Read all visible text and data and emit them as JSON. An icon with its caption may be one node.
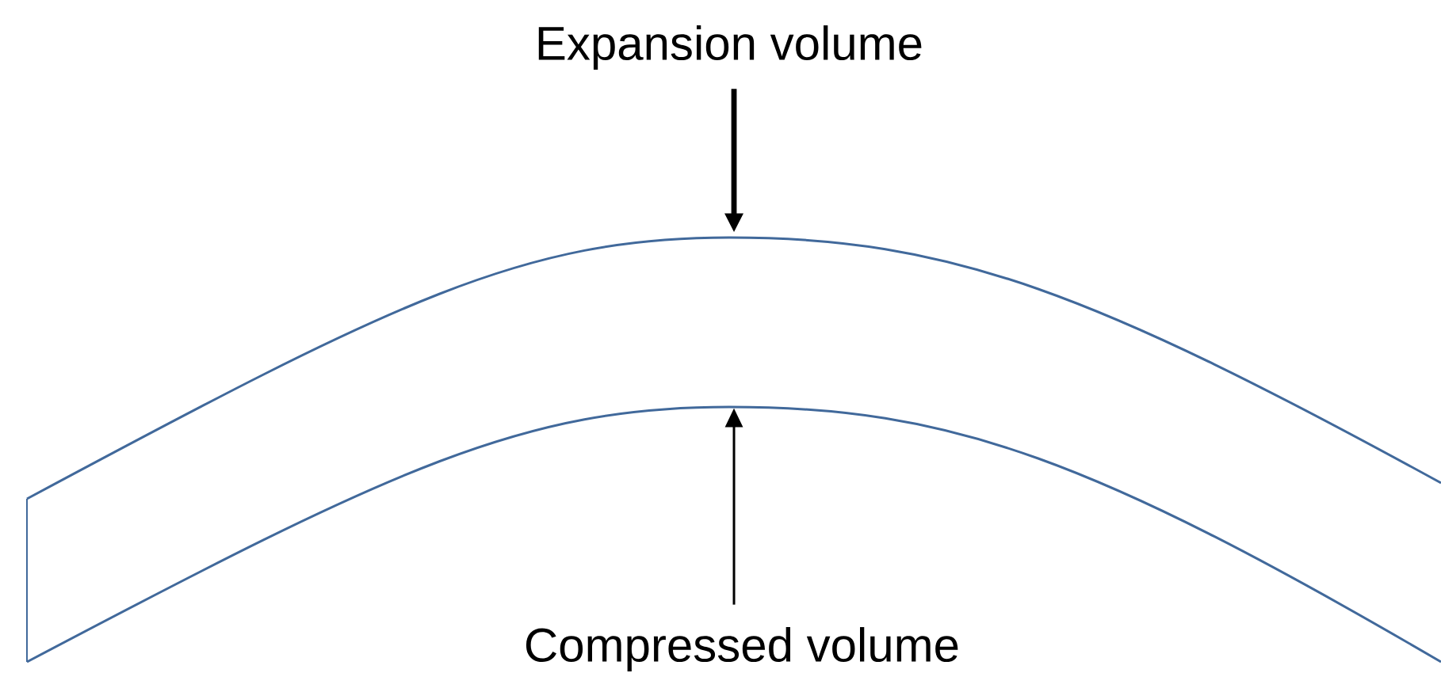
{
  "diagram": {
    "nodes": [
      {
        "text": [
          "Expansion volume"
        ]
      },
      {
        "text": [],
        "shape": "curve"
      },
      {
        "text": [
          "Compressed volume"
        ]
      },
      {
        "text": [],
        "shape": "curve"
      }
    ],
    "edges": [
      {
        "from": 0,
        "to": 1,
        "arrow": "to",
        "style": "thick"
      },
      {
        "from": 2,
        "to": 3,
        "arrow": "to"
      }
    ]
  }
}
